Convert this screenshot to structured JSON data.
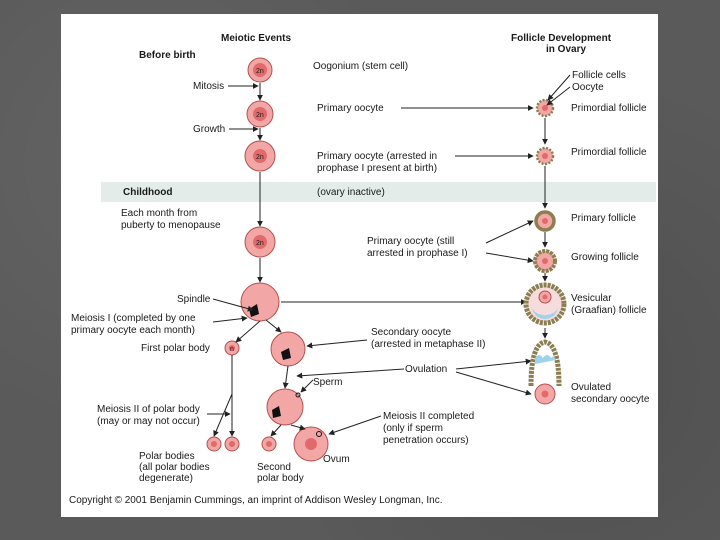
{
  "headers": {
    "meiotic_events": "Meiotic Events",
    "follicle_line1": "Follicle Development",
    "follicle_line2": "in Ovary"
  },
  "stages": {
    "before_birth": "Before birth",
    "childhood": "Childhood",
    "childhood_note": "(ovary inactive)",
    "monthly_line1": "Each month from",
    "monthly_line2": "puberty to menopause"
  },
  "events": {
    "mitosis": "Mitosis",
    "growth": "Growth",
    "spindle": "Spindle",
    "meiosis1_line1": "Meiosis I (completed by one",
    "meiosis1_line2": "primary oocyte each month)",
    "first_polar_body": "First polar body",
    "meiosis2_polar_line1": "Meiosis II of polar body",
    "meiosis2_polar_line2": "(may or may not occur)",
    "polar_bodies_line1": "Polar bodies",
    "polar_bodies_line2": "(all polar bodies",
    "polar_bodies_line3": "degenerate)",
    "second_polar_line1": "Second",
    "second_polar_line2": "polar body",
    "sperm": "Sperm",
    "meiosis2_done_line1": "Meiosis II completed",
    "meiosis2_done_line2": "(only if sperm",
    "meiosis2_done_line3": "penetration occurs)",
    "ovum": "Ovum"
  },
  "cells": {
    "oogonium": "Oogonium (stem cell)",
    "primary_oocyte": "Primary oocyte",
    "arrested_line1": "Primary oocyte (arrested in",
    "arrested_line2": "prophase I present at birth)",
    "still_arrested_line1": "Primary oocyte (still",
    "still_arrested_line2": "arrested in prophase I)",
    "secondary_line1": "Secondary oocyte",
    "secondary_line2": "(arrested in metaphase II)",
    "ovulation": "Ovulation",
    "ploidy_2n": "2n",
    "ploidy_n": "n"
  },
  "follicles": {
    "follicle_cells": "Follicle cells",
    "oocyte": "Oocyte",
    "primordial_1": "Primordial follicle",
    "primordial_2": "Primordial follicle",
    "primary": "Primary follicle",
    "growing": "Growing follicle",
    "vesicular_line1": "Vesicular",
    "vesicular_line2": "(Graafian) follicle",
    "ovulated_line1": "Ovulated",
    "ovulated_line2": "secondary oocyte"
  },
  "copyright": "Copyright © 2001 Benjamin Cummings, an imprint of Addison Wesley Longman, Inc.",
  "colors": {
    "cell_fill": "#f2a7a6",
    "cell_stroke": "#b3504f",
    "nucleus_fill": "#e36a6a",
    "follicle_ring": "#8b7f52",
    "antrum": "#9fd3ec",
    "childhood_band": "#e3ece9"
  }
}
